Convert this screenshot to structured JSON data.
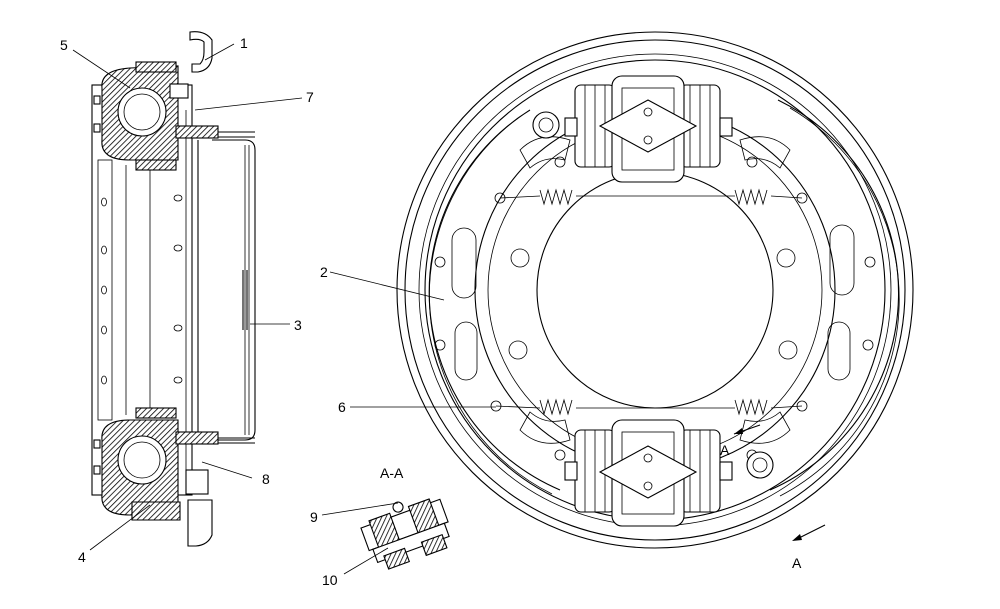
{
  "callouts": {
    "c1": "1",
    "c2": "2",
    "c3": "3",
    "c4": "4",
    "c5": "5",
    "c6": "6",
    "c7": "7",
    "c8": "8",
    "c9": "9",
    "c10": "10"
  },
  "section": {
    "title": "A-A",
    "marker_upper": "A",
    "marker_lower": "A"
  }
}
